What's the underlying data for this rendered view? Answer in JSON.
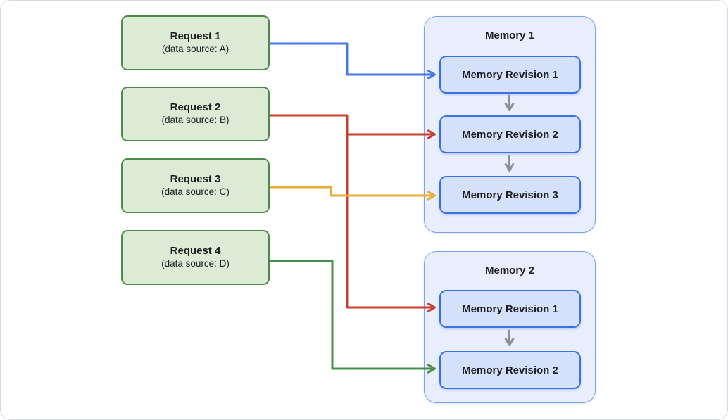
{
  "diagram": {
    "requests": [
      {
        "title": "Request 1",
        "subtitle": "(data source: A)"
      },
      {
        "title": "Request 2",
        "subtitle": "(data source: B)"
      },
      {
        "title": "Request 3",
        "subtitle": "(data source: C)"
      },
      {
        "title": "Request 4",
        "subtitle": "(data source: D)"
      }
    ],
    "memories": [
      {
        "title": "Memory 1",
        "revisions": [
          "Memory Revision 1",
          "Memory Revision 2",
          "Memory Revision 3"
        ]
      },
      {
        "title": "Memory 2",
        "revisions": [
          "Memory Revision 1",
          "Memory Revision 2"
        ]
      }
    ],
    "connections": [
      {
        "from": "Request 1",
        "to": "Memory 1 / Memory Revision 1",
        "color": "#4478e4"
      },
      {
        "from": "Request 2",
        "to": "Memory 2 / Memory Revision 1",
        "color": "#c5402e"
      },
      {
        "from": "Request 2",
        "to": "Memory 1 / Memory Revision 2",
        "color": "#c5402e"
      },
      {
        "from": "Request 3",
        "to": "Memory 1 / Memory Revision 3",
        "color": "#e9ad33"
      },
      {
        "from": "Request 4",
        "to": "Memory 2 / Memory Revision 2",
        "color": "#44914e"
      }
    ],
    "colors": {
      "request_fill": "#dcebd6",
      "request_border": "#4e8b49",
      "memory_fill": "#e9eefc",
      "memory_border": "#7ba2ee",
      "revision_fill": "#d5e1fb",
      "revision_border": "#3b71e2",
      "flow_arrow_gray": "#8b9095",
      "text": "#1d1f21"
    }
  }
}
